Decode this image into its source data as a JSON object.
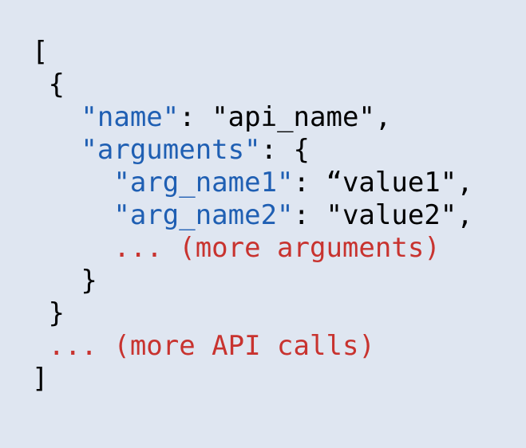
{
  "code": {
    "line1": "[",
    "line2": "{",
    "name_key": "\"name\"",
    "name_sep": ": ",
    "name_value": "\"api_name\",",
    "arguments_key": "\"arguments\"",
    "arguments_sep": ": {",
    "arg1_key": "\"arg_name1\"",
    "arg1_sep": ": ",
    "arg1_value": "“value1\",",
    "arg2_key": "\"arg_name2\"",
    "arg2_sep": ": ",
    "arg2_value": "\"value2\",",
    "more_arguments": "... (more arguments)",
    "close_arguments": "}",
    "close_object": "}",
    "more_api_calls": "... (more API calls)",
    "close_array": "]"
  },
  "colors": {
    "background": "#dfe6f1",
    "key": "#1f5fb3",
    "placeholder": "#c8332f",
    "text": "#000000"
  }
}
